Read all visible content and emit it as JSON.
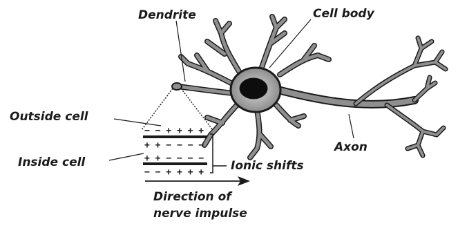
{
  "labels": {
    "dendrite": "Dendrite",
    "cell_body": "Cell body",
    "outside_cell": "Outside cell",
    "inside_cell": "Inside cell",
    "axon": "Axon",
    "ionic_shifts": "Ionic shifts",
    "direction_line1": "Direction of",
    "direction_line2": "nerve impulse"
  },
  "membrane": {
    "top_outer": "− − + + + +",
    "top_inner": "+ + − − − −",
    "bottom_inner": "+ + − − − −",
    "bottom_outer": "− − + + + +"
  },
  "colors": {
    "ink": "#1a1a1a",
    "cytoplasm": "#8f8f8f",
    "nucleus": "#0d0d0d"
  }
}
